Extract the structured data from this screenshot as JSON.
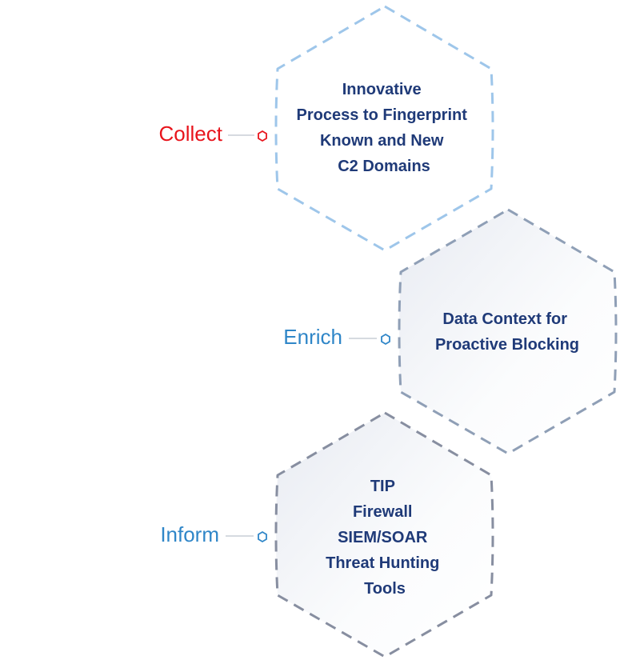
{
  "steps": [
    {
      "label": "Collect",
      "label_color": "#e8141c",
      "hex_stroke": "#9ec6ea",
      "hex_fill": "none",
      "marker_color": "#e8141c",
      "lines": [
        "Innovative",
        "Process to Fingerprint",
        "Known and New",
        "C2 Domains"
      ]
    },
    {
      "label": "Enrich",
      "label_color": "#2f86c8",
      "hex_stroke": "#8f9fb6",
      "hex_fill": "gradient",
      "marker_color": "#2f86c8",
      "lines": [
        "Data Context for",
        "Proactive Blocking"
      ]
    },
    {
      "label": "Inform",
      "label_color": "#2f86c8",
      "hex_stroke": "#878ea0",
      "hex_fill": "gradient",
      "marker_color": "#2f86c8",
      "lines": [
        "TIP",
        "Firewall",
        "SIEM/SOAR",
        "Threat Hunting",
        "Tools"
      ]
    }
  ],
  "colors": {
    "text": "#1f3a78",
    "connector": "#c9ced6"
  }
}
